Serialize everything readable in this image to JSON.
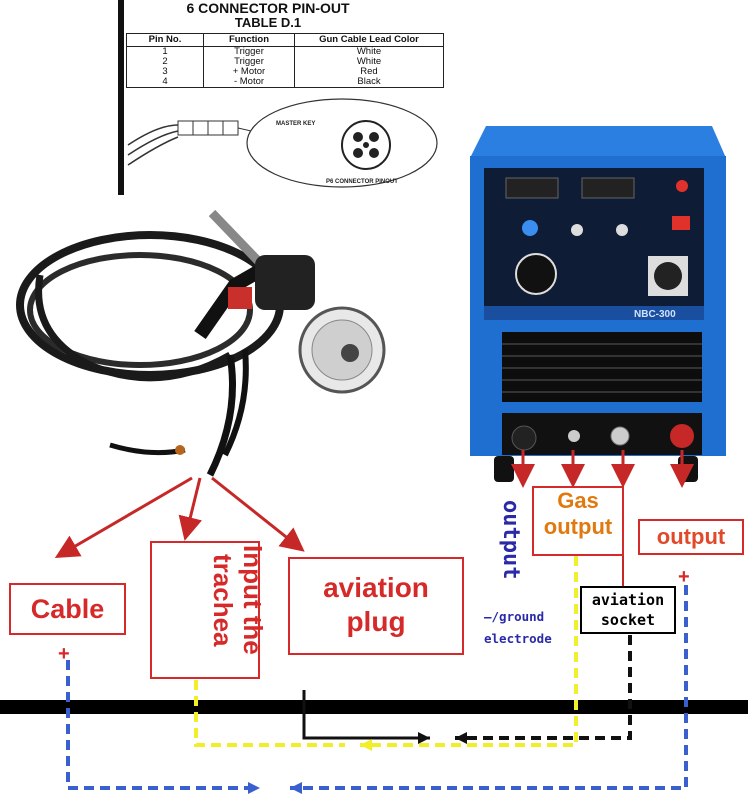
{
  "pinout": {
    "title": "6 CONNECTOR PIN-OUT",
    "subtitle": "TABLE D.1",
    "headers": [
      "Pin No.",
      "Function",
      "Gun Cable Lead Color"
    ],
    "rows": [
      [
        "1",
        "Trigger",
        "White"
      ],
      [
        "2",
        "Trigger",
        "White"
      ],
      [
        "3",
        "+ Motor",
        "Red"
      ],
      [
        "4",
        "- Motor",
        "Black"
      ]
    ],
    "master_key_label": "MASTER KEY",
    "connector_label": "P6 CONNECTOR PINOUT"
  },
  "welder": {
    "model_label": "NBC-300"
  },
  "labels": {
    "cable": "Cable",
    "input_trachea": "Input the\ntrachea",
    "aviation_plug_1": "aviation",
    "aviation_plug_2": "plug",
    "gas_1": "Gas",
    "gas_2": "output",
    "output": "output",
    "output_vertical": "output",
    "ground_1": "—/ground",
    "ground_2": "electrode",
    "socket_1": "aviation",
    "socket_2": "socket",
    "plus_left": "+",
    "plus_right": "+"
  },
  "colors": {
    "red": "#d62a2a",
    "orange": "#e07a10",
    "blue_text": "#2a2aa8",
    "dash_blue": "#3a5fcf",
    "dash_yellow": "#f2ee2a",
    "welder_blue": "#1f6fd1"
  }
}
